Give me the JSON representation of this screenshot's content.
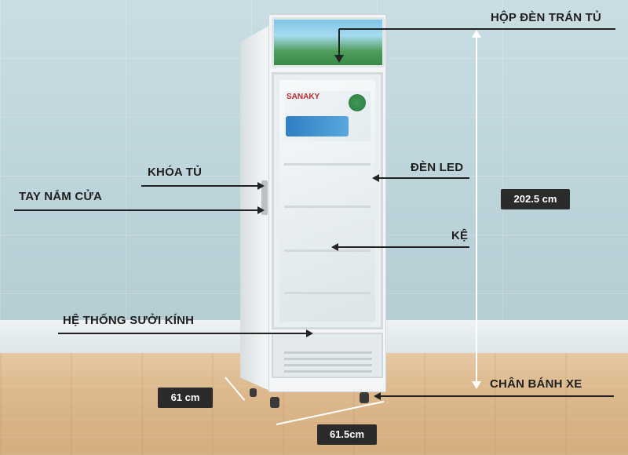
{
  "brand": "SANAKY",
  "labels": {
    "hop_den": "HỘP ĐÈN TRÁN TỦ",
    "khoa_tu": "KHÓA TỦ",
    "tay_nam": "TAY NẮM CỬA",
    "den_led": "ĐÈN LED",
    "ke": "KỆ",
    "suoi_kinh": "HỆ THỐNG SƯỞI KÍNH",
    "chan_banh": "CHÂN BÁNH XE"
  },
  "dimensions": {
    "height": "202.5 cm",
    "depth": "61 cm",
    "width": "61.5cm"
  },
  "colors": {
    "label_text": "#1f1f1f",
    "tag_bg": "#2b2b2b",
    "arrow": "#222222"
  }
}
